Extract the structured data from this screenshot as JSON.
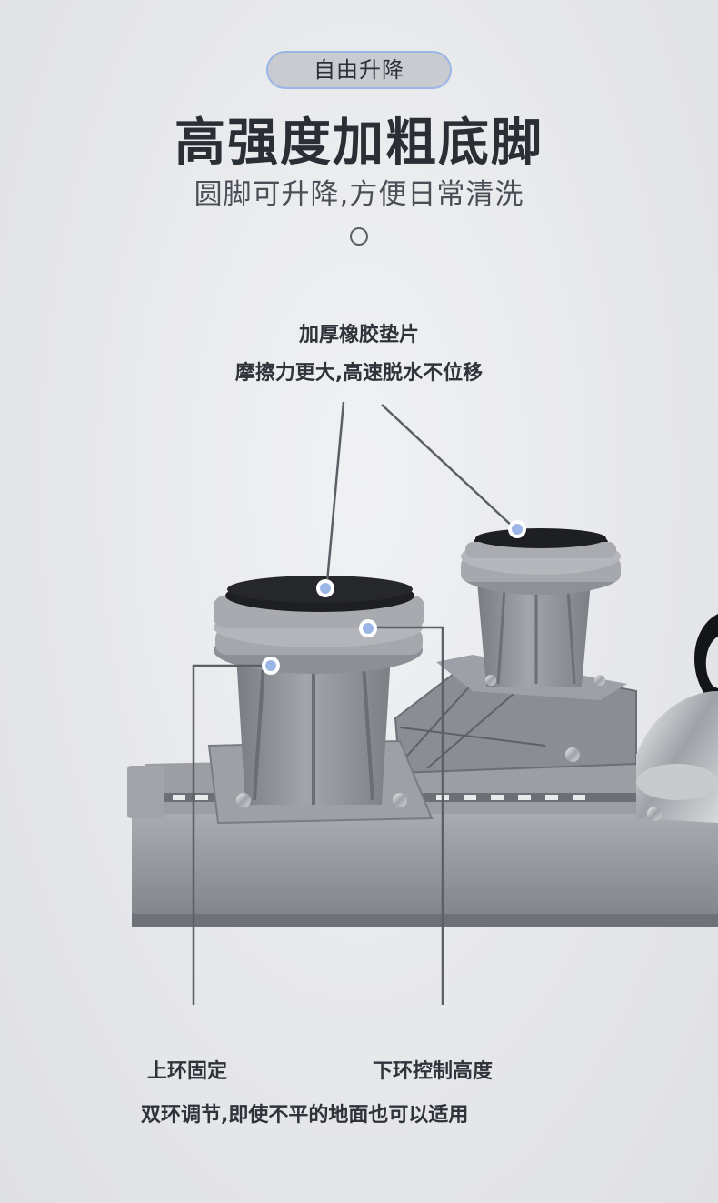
{
  "badge": "自由升降",
  "title": "高强度加粗底脚",
  "subtitle": "圆脚可升降,方便日常清洗",
  "annotation_top": {
    "line1": "加厚橡胶垫片",
    "line2": "摩擦力更大,高速脱水不位移"
  },
  "annotation_bottom": {
    "left_label": "上环固定",
    "right_label": "下环控制高度",
    "caption": "双环调节,即使不平的地面也可以适用"
  },
  "colors": {
    "accent_blue": "#9ab5e6",
    "plastic_gray": "#8e9097",
    "rubber_black": "#1e1f22"
  }
}
